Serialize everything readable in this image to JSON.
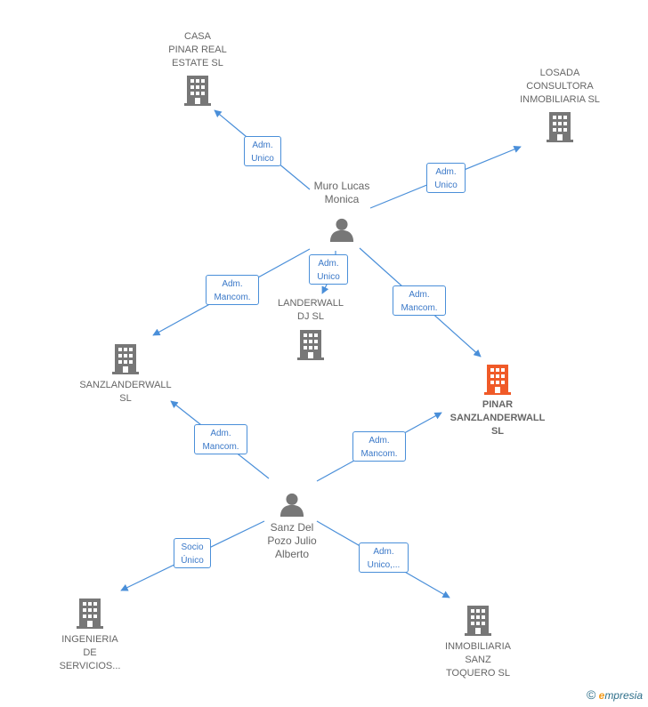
{
  "colors": {
    "building": "#777777",
    "building_highlight": "#f05a28",
    "person": "#777777",
    "edge": "#4a8fd9",
    "edge_label_text": "#3a78c8"
  },
  "persons": [
    {
      "id": "muro",
      "name": "Muro Lucas\nMonica"
    },
    {
      "id": "sanz",
      "name": "Sanz Del\nPozo Julio\nAlberto"
    }
  ],
  "companies": [
    {
      "id": "casa",
      "name": "CASA\nPINAR REAL\nESTATE  SL",
      "highlight": false
    },
    {
      "id": "losada",
      "name": "LOSADA\nCONSULTORA\nINMOBILIARIA SL",
      "highlight": false
    },
    {
      "id": "landerwall",
      "name": "LANDERWALL\nDJ  SL",
      "highlight": false
    },
    {
      "id": "sanzlanderwall",
      "name": "SANZLANDERWALL\nSL",
      "highlight": false
    },
    {
      "id": "pinar",
      "name": "PINAR\nSANZLANDERWALL\nSL",
      "highlight": true
    },
    {
      "id": "ingenieria",
      "name": "INGENIERIA\nDE\nSERVICIOS...",
      "highlight": false
    },
    {
      "id": "inmobiliaria",
      "name": "INMOBILIARIA\nSANZ\nTOQUERO  SL",
      "highlight": false
    }
  ],
  "relations": [
    {
      "from": "muro",
      "to": "casa",
      "label": "Adm.\nUnico"
    },
    {
      "from": "muro",
      "to": "losada",
      "label": "Adm.\nUnico"
    },
    {
      "from": "muro",
      "to": "landerwall",
      "label": "Adm.\nUnico"
    },
    {
      "from": "muro",
      "to": "sanzlanderwall",
      "label": "Adm.\nMancom."
    },
    {
      "from": "muro",
      "to": "pinar",
      "label": "Adm.\nMancom."
    },
    {
      "from": "sanz",
      "to": "sanzlanderwall",
      "label": "Adm.\nMancom."
    },
    {
      "from": "sanz",
      "to": "pinar",
      "label": "Adm.\nMancom."
    },
    {
      "from": "sanz",
      "to": "ingenieria",
      "label": "Socio\nÚnico"
    },
    {
      "from": "sanz",
      "to": "inmobiliaria",
      "label": "Adm.\nUnico,..."
    }
  ],
  "watermark": {
    "symbol": "©",
    "brand_initial": "e",
    "brand_rest": "mpresia"
  }
}
